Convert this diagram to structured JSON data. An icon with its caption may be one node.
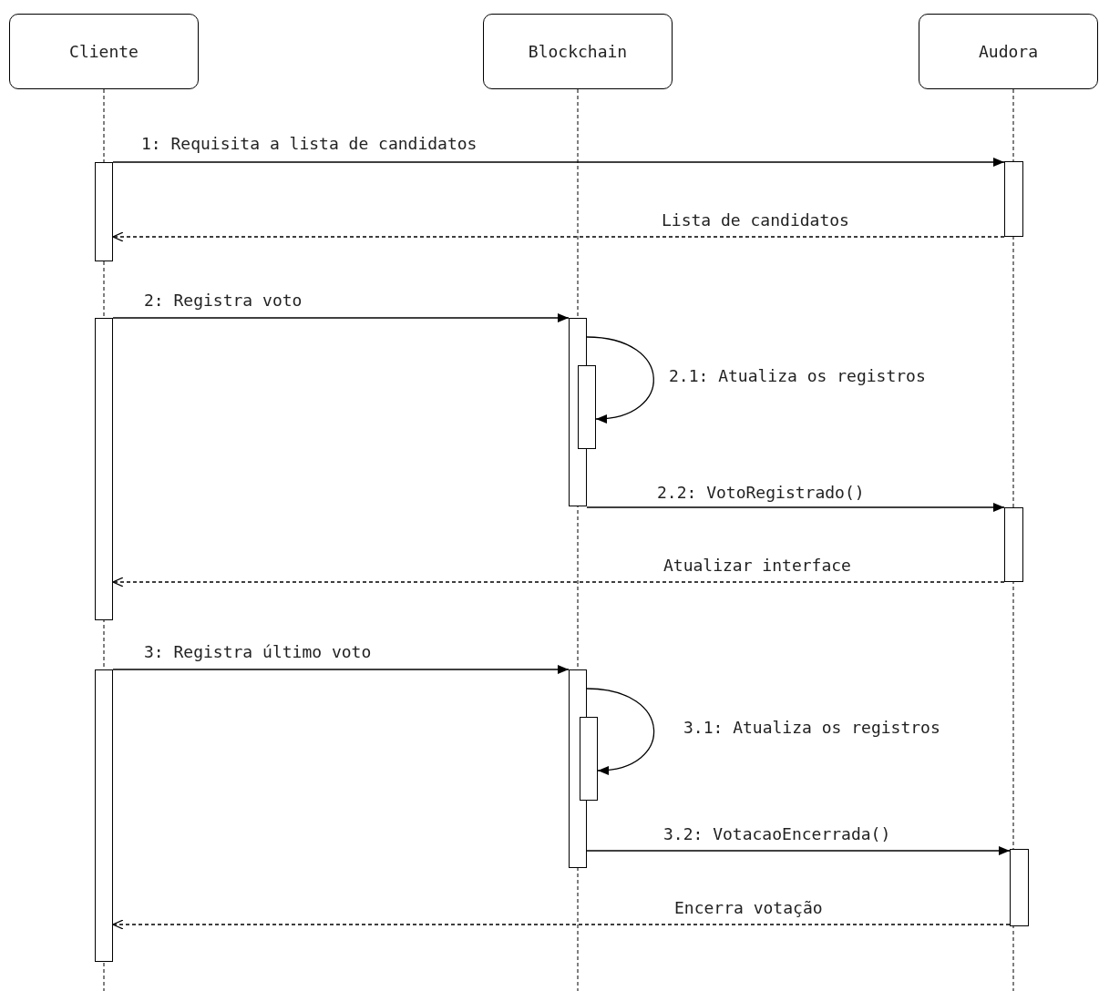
{
  "diagram": {
    "nodes": [
      {
        "text": [
          "Cliente"
        ]
      },
      {
        "text": [
          "Blockchain"
        ]
      },
      {
        "text": [
          "Audora"
        ]
      },
      {
        "text": [],
        "shape": "bar"
      },
      {
        "text": [],
        "shape": "bar"
      },
      {
        "text": [],
        "shape": "bar"
      },
      {
        "text": [],
        "shape": "bar"
      },
      {
        "text": [],
        "shape": "bar"
      },
      {
        "text": [],
        "shape": "bar"
      },
      {
        "text": [],
        "shape": "bar"
      },
      {
        "text": [],
        "shape": "bar"
      },
      {
        "text": [],
        "shape": "bar"
      },
      {
        "text": [],
        "shape": "bar"
      }
    ],
    "edges": [
      {
        "from": 3,
        "to": 4,
        "arrow": "to",
        "label": "1: Requisita a lista de candidatos"
      },
      {
        "from": 4,
        "to": 3,
        "arrow": "to",
        "style": "dashed",
        "label": "Lista de candidatos"
      },
      {
        "from": 5,
        "to": 6,
        "arrow": "to",
        "label": "2: Registra voto"
      },
      {
        "from": 6,
        "to": 7,
        "arrow": "to",
        "label": "2.1: Atualiza os registros"
      },
      {
        "from": 6,
        "to": 8,
        "arrow": "to",
        "label": "2.2: VotoRegistrado()"
      },
      {
        "from": 8,
        "to": 5,
        "arrow": "to",
        "style": "dashed",
        "label": "Atualizar interface"
      },
      {
        "from": 9,
        "to": 10,
        "arrow": "to",
        "label": "3: Registra último voto"
      },
      {
        "from": 10,
        "to": 11,
        "arrow": "to",
        "label": "3.1: Atualiza os registros"
      },
      {
        "from": 10,
        "to": 12,
        "arrow": "to",
        "label": "3.2: VotacaoEncerrada()"
      },
      {
        "from": 12,
        "to": 9,
        "arrow": "to",
        "style": "dashed",
        "label": "Encerra votação"
      }
    ]
  }
}
